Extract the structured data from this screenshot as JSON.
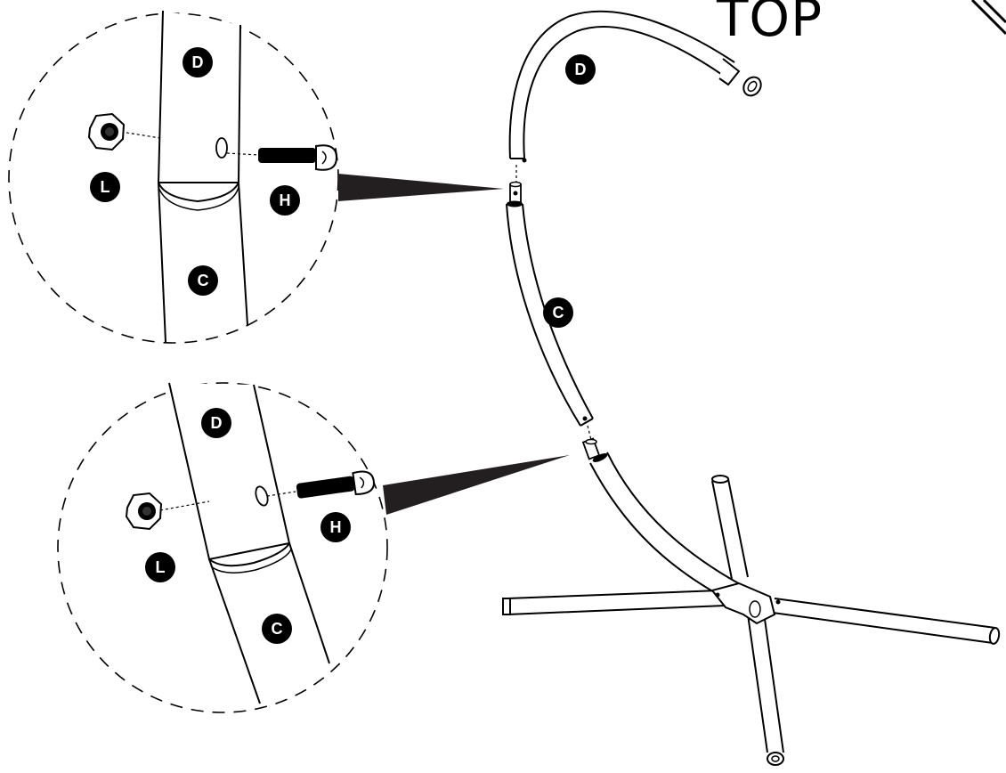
{
  "header": {
    "top_label": "TOP"
  },
  "labels": {
    "part_d": "D",
    "part_c": "C",
    "part_h": "H",
    "part_l": "L"
  },
  "colors": {
    "ink": "#000000",
    "paper": "#ffffff",
    "leader": "#231f20"
  },
  "icons": [
    "hex-nut-icon",
    "bolt-icon",
    "bolt-hole-icon",
    "arrow-icon"
  ]
}
